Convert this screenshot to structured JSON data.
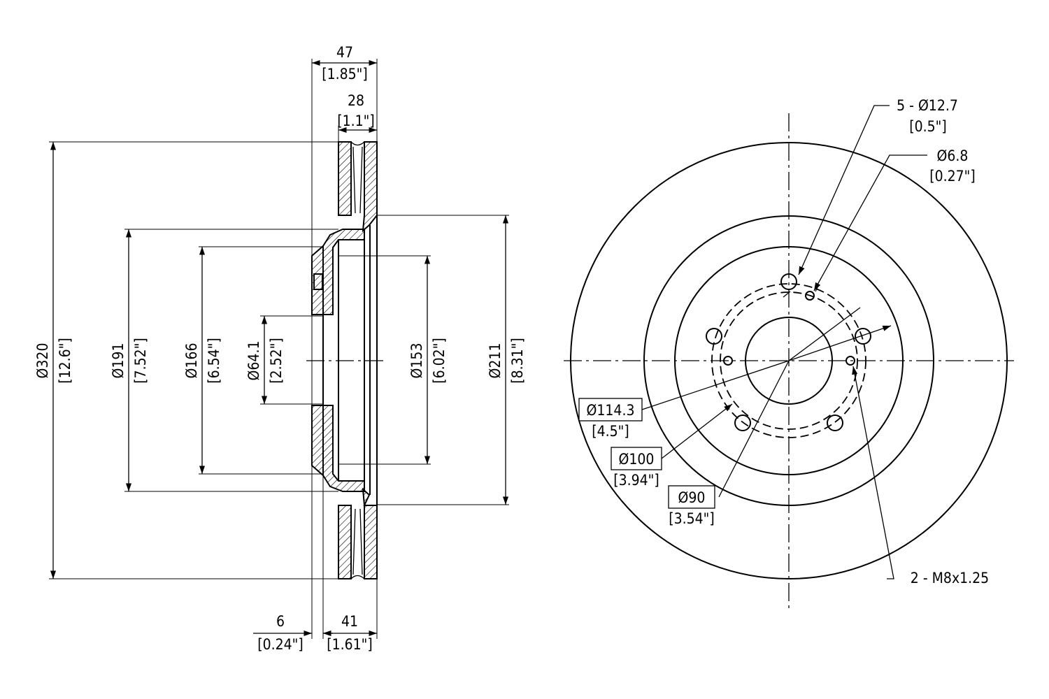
{
  "side_view": {
    "overall_width": {
      "value": "47",
      "inch": "[1.85\"]"
    },
    "vent_width": {
      "value": "28",
      "inch": "[1.1\"]"
    },
    "outer_diameter": {
      "value": "Ø320",
      "inch": "[12.6\"]"
    },
    "hat_outer_diameter": {
      "value": "Ø191",
      "inch": "[7.52\"]"
    },
    "hat_inner_diameter": {
      "value": "Ø166",
      "inch": "[6.54\"]"
    },
    "center_bore": {
      "value": "Ø64.1",
      "inch": "[2.52\"]"
    },
    "hat_bore": {
      "value": "Ø153",
      "inch": "[6.02\"]"
    },
    "inner_friction_diameter": {
      "value": "Ø211",
      "inch": "[8.31\"]"
    },
    "hat_thickness": {
      "value": "6",
      "inch": "[0.24\"]"
    },
    "hat_height": {
      "value": "41",
      "inch": "[1.61\"]"
    }
  },
  "front_view": {
    "lug_holes": {
      "value": "5 - Ø12.7",
      "inch": "[0.5\"]"
    },
    "small_holes": {
      "value": "Ø6.8",
      "inch": "[0.27\"]"
    },
    "bolt_circle": {
      "value": "Ø114.3",
      "inch": "[4.5\"]"
    },
    "hat_circle": {
      "value": "Ø100",
      "inch": "[3.94\"]"
    },
    "pilot_circle": {
      "value": "Ø90",
      "inch": "[3.54\"]"
    },
    "threaded_holes": {
      "value": "2 - M8x1.25"
    }
  }
}
